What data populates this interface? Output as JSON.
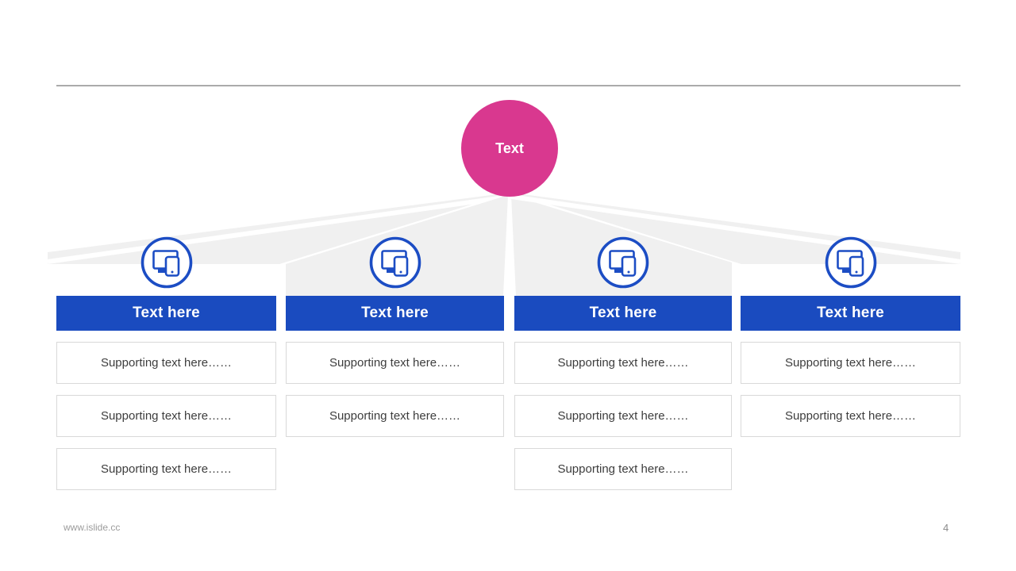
{
  "slide": {
    "hub_label": "Text",
    "footer_url": "www.islide.cc",
    "page_number": "4"
  },
  "colors": {
    "hub_pink": "#d9388f",
    "accent_blue": "#1a4bbf",
    "icon_blue": "#1c4dc4",
    "beam_gray": "#f0f0f0",
    "rule_gray": "#ababab",
    "box_border": "#d9d9d9"
  },
  "columns": [
    {
      "title": "Text here",
      "icon": "devices-icon",
      "items": [
        "Supporting text here……",
        "Supporting text here……",
        "Supporting text here……"
      ]
    },
    {
      "title": "Text here",
      "icon": "devices-icon",
      "items": [
        "Supporting text here……",
        "Supporting text here……"
      ]
    },
    {
      "title": "Text here",
      "icon": "devices-icon",
      "items": [
        "Supporting text here……",
        "Supporting text here……",
        "Supporting text here……"
      ]
    },
    {
      "title": "Text here",
      "icon": "devices-icon",
      "items": [
        "Supporting text here……",
        "Supporting text here……"
      ]
    }
  ]
}
